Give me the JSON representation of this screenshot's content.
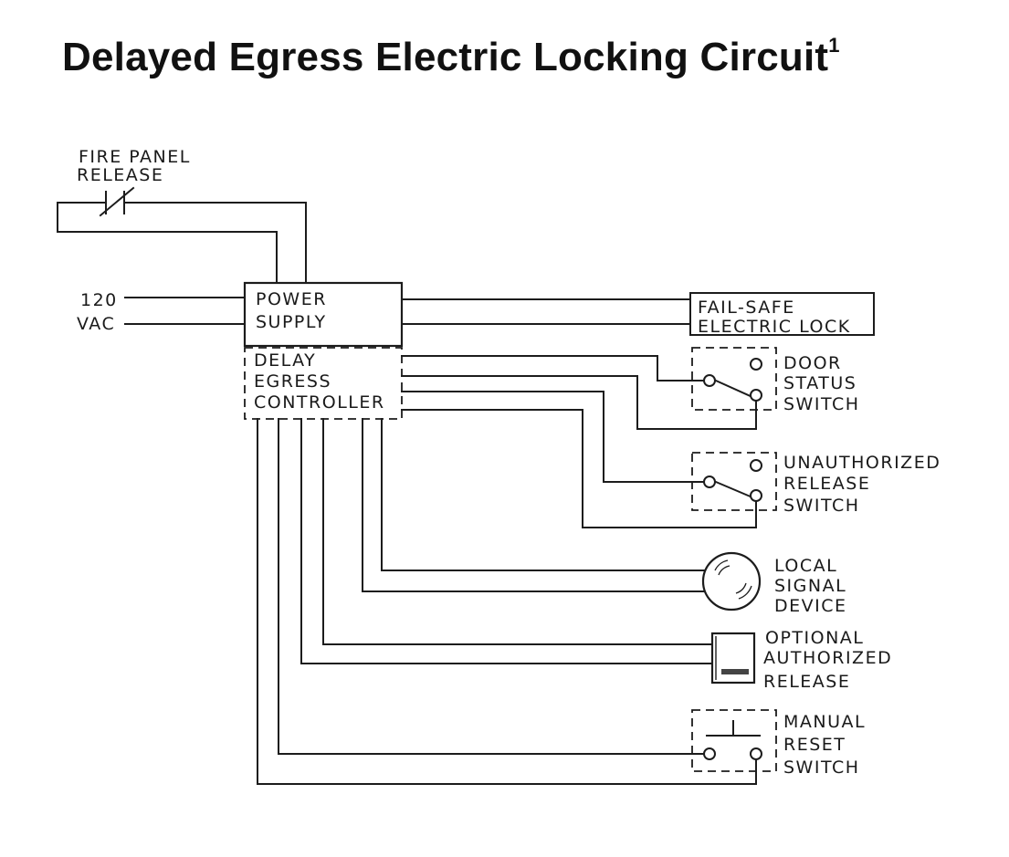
{
  "title": {
    "text": "Delayed Egress Electric Locking Circuit",
    "footnote": "1"
  },
  "labels": {
    "fire_panel_release": [
      "FIRE PANEL",
      "RELEASE"
    ],
    "power_input": [
      "120",
      "VAC"
    ],
    "power_supply": [
      "POWER",
      "SUPPLY"
    ],
    "delay_egress_controller": [
      "DELAY",
      "EGRESS",
      "CONTROLLER"
    ],
    "fail_safe_lock": [
      "FAIL-SAFE",
      "ELECTRIC LOCK"
    ],
    "door_status_switch": [
      "DOOR",
      "STATUS",
      "SWITCH"
    ],
    "unauthorized_release_switch": [
      "UNAUTHORIZED",
      "RELEASE",
      "SWITCH"
    ],
    "local_signal_device": [
      "LOCAL",
      "SIGNAL",
      "DEVICE"
    ],
    "optional_authorized_release": [
      "OPTIONAL",
      "AUTHORIZED",
      "RELEASE"
    ],
    "manual_reset_switch": [
      "MANUAL",
      "RESET",
      "SWITCH"
    ]
  }
}
